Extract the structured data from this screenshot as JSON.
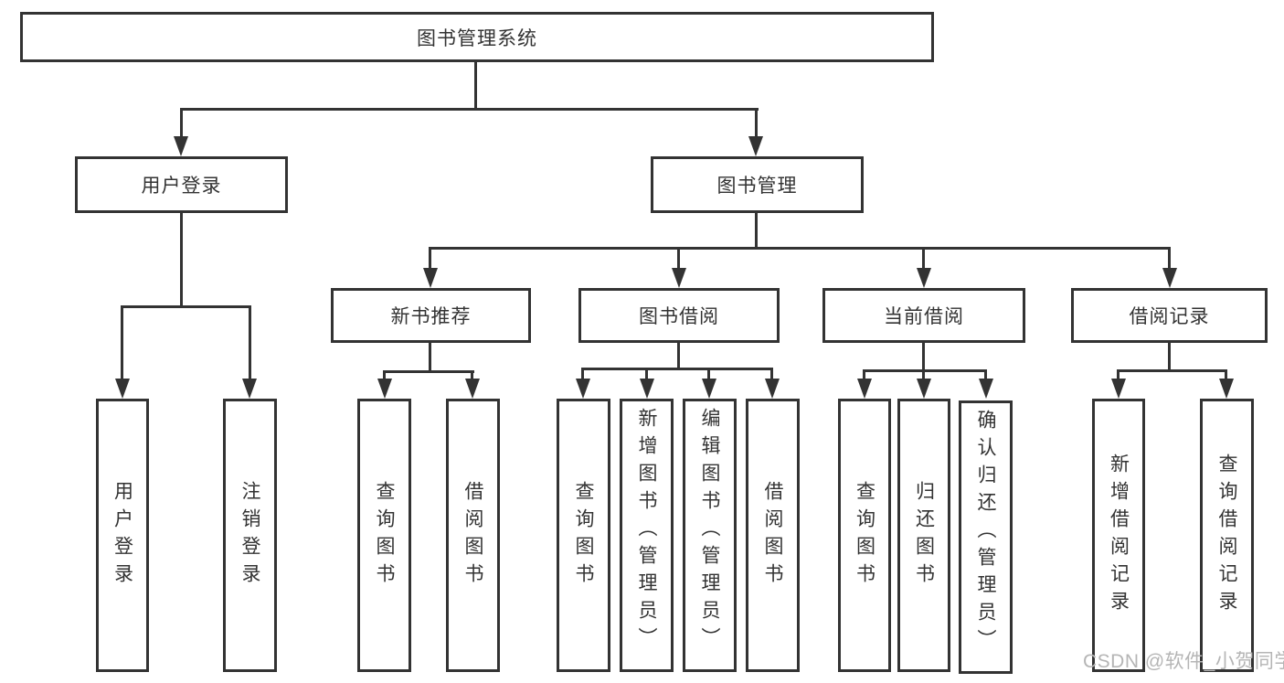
{
  "diagram": {
    "title": "图书管理系统",
    "root": {
      "label": "图书管理系统"
    },
    "level2": [
      {
        "id": "user-login",
        "label": "用户登录"
      },
      {
        "id": "book-mgmt",
        "label": "图书管理"
      }
    ],
    "level3": [
      {
        "id": "new-book-recommend",
        "label": "新书推荐"
      },
      {
        "id": "book-borrow",
        "label": "图书借阅"
      },
      {
        "id": "current-borrow",
        "label": "当前借阅"
      },
      {
        "id": "borrow-record",
        "label": "借阅记录"
      }
    ],
    "leaves": {
      "user_login": [
        "用户登录",
        "注销登录"
      ],
      "new_book": [
        "查询图书",
        "借阅图书"
      ],
      "book_borrow": [
        "查询图书",
        "新增图书（管理员）",
        "编辑图书（管理员）",
        "借阅图书"
      ],
      "current_borrow": [
        "查询图书",
        "归还图书",
        "确认归还（管理员）"
      ],
      "borrow_record": [
        "新增借阅记录",
        "查询借阅记录"
      ]
    }
  },
  "watermark": {
    "text": "CSDN @软件_小贺同学"
  },
  "colors": {
    "line": "#333333",
    "text": "#333333",
    "background": "#ffffff",
    "watermark": "#b5b5b5"
  }
}
